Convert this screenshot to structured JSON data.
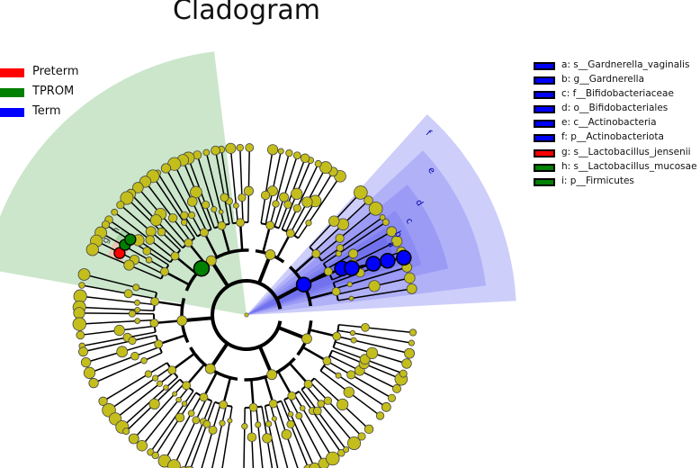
{
  "title": "Cladogram",
  "colors": {
    "node_default": "#c4be1c",
    "Preterm": "#ff0000",
    "TPROM": "#008000",
    "Term": "#0000ff",
    "branch": "#000000"
  },
  "group_legend": [
    {
      "label": "Preterm",
      "color": "#ff0000"
    },
    {
      "label": "TPROM",
      "color": "#008000"
    },
    {
      "label": "Term",
      "color": "#0000ff"
    }
  ],
  "feature_legend": [
    {
      "key": "a",
      "label": "a: s__Gardnerella_vaginalis",
      "group": "Term"
    },
    {
      "key": "b",
      "label": "b: g__Gardnerella",
      "group": "Term"
    },
    {
      "key": "c",
      "label": "c: f__Bifidobacteriaceae",
      "group": "Term"
    },
    {
      "key": "d",
      "label": "d: o__Bifidobacteriales",
      "group": "Term"
    },
    {
      "key": "e",
      "label": "e: c__Actinobacteria",
      "group": "Term"
    },
    {
      "key": "f",
      "label": "f: p__Actinobacteriota",
      "group": "Term"
    },
    {
      "key": "g",
      "label": "g: s__Lactobacillus_jensenii",
      "group": "Preterm"
    },
    {
      "key": "h",
      "label": "h: s__Lactobacillus_mucosae",
      "group": "TPROM"
    },
    {
      "key": "i",
      "label": "i: p__Firmicutes",
      "group": "TPROM"
    }
  ],
  "sector_letters": [
    "a",
    "b",
    "c",
    "d",
    "e",
    "f",
    "g",
    "h",
    "i"
  ]
}
